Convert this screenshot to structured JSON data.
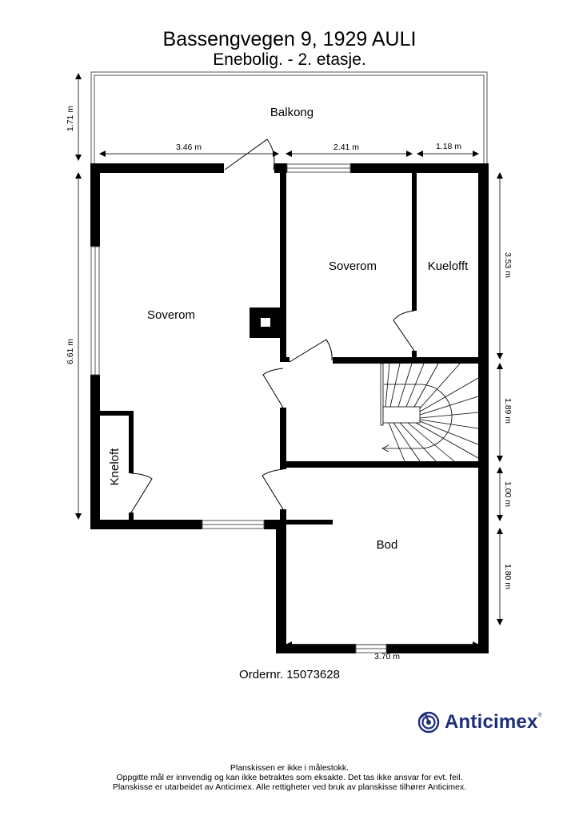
{
  "header": {
    "title": "Bassengvegen 9, 1929 AULI",
    "subtitle": "Enebolig.  - 2. etasje."
  },
  "rooms": {
    "balcony": "Balkong",
    "bedroom_large": "Soverom",
    "bedroom_small": "Soverom",
    "kuelofft": "Kuelofft",
    "kneloft": "Kneloft",
    "storage": "Bod"
  },
  "dimensions": {
    "balcony_depth": "1.71 m",
    "top_left": "3.46 m",
    "top_middle": "2.41 m",
    "top_right": "1.18 m",
    "left_height": "6.61 m",
    "right_1": "3.53 m",
    "right_2": "1.89 m",
    "right_3": "1.00 m",
    "right_4": "1.80 m",
    "bottom_width": "3.70 m"
  },
  "footer": {
    "order_number": "Ordernr. 15073628",
    "brand": "Anticimex",
    "brand_mark": "®",
    "disclaimer": [
      "Planskissen er ikke i målestokk.",
      "Oppgitte mål er innvendig og kan ikke betraktes som eksakte. Det tas ikke ansvar for evt. feil.",
      "Planskisse er utarbeidet av Anticimex. Alle rettigheter ved bruk av planskisse tilhører Anticimex."
    ]
  },
  "colors": {
    "wall": "#000000",
    "brand": "#1d2e7a",
    "dim_line": "#333333"
  }
}
